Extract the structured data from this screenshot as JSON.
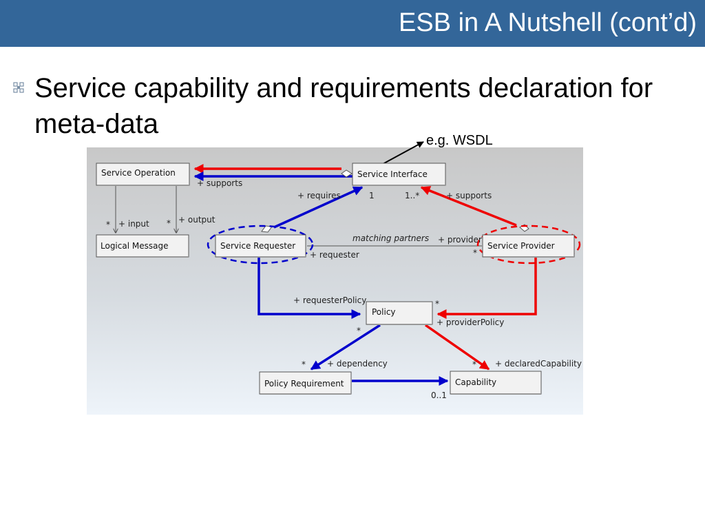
{
  "slide": {
    "title": "ESB in A Nutshell (cont’d)",
    "bullet": "Service capability and requirements declaration for meta-data",
    "annotation": "e.g. WSDL"
  },
  "diagram": {
    "boxes": {
      "service_operation": "Service Operation",
      "service_interface": "Service Interface",
      "logical_message": "Logical Message",
      "service_requester": "Service Requester",
      "service_provider": "Service Provider",
      "policy": "Policy",
      "policy_requirement": "Policy Requirement",
      "capability": "Capability"
    },
    "labels": {
      "supports_op": "+ supports",
      "requires": "+ requires",
      "mult_1": "1",
      "mult_1n": "1..*",
      "supports_prov": "+ supports",
      "input_star": "*",
      "input": "+ input",
      "output_star": "*",
      "output": "+ output",
      "matching_partners": "matching partners",
      "provider": "+ provider",
      "provider_star": "*",
      "requester": "+ requester",
      "requester_policy": "+ requesterPolicy",
      "policy_star_right": "*",
      "policy_star_left": "*",
      "provider_policy": "+ providerPolicy",
      "dependency_star": "*",
      "dependency": "+ dependency",
      "declared_star": "*",
      "declared_capability": "+ declaredCapability",
      "mult_01": "0..1"
    },
    "colors": {
      "red": "#ee0000",
      "blue": "#0000cc",
      "gray": "#555555",
      "box_fill": "#f2f2f2"
    }
  }
}
